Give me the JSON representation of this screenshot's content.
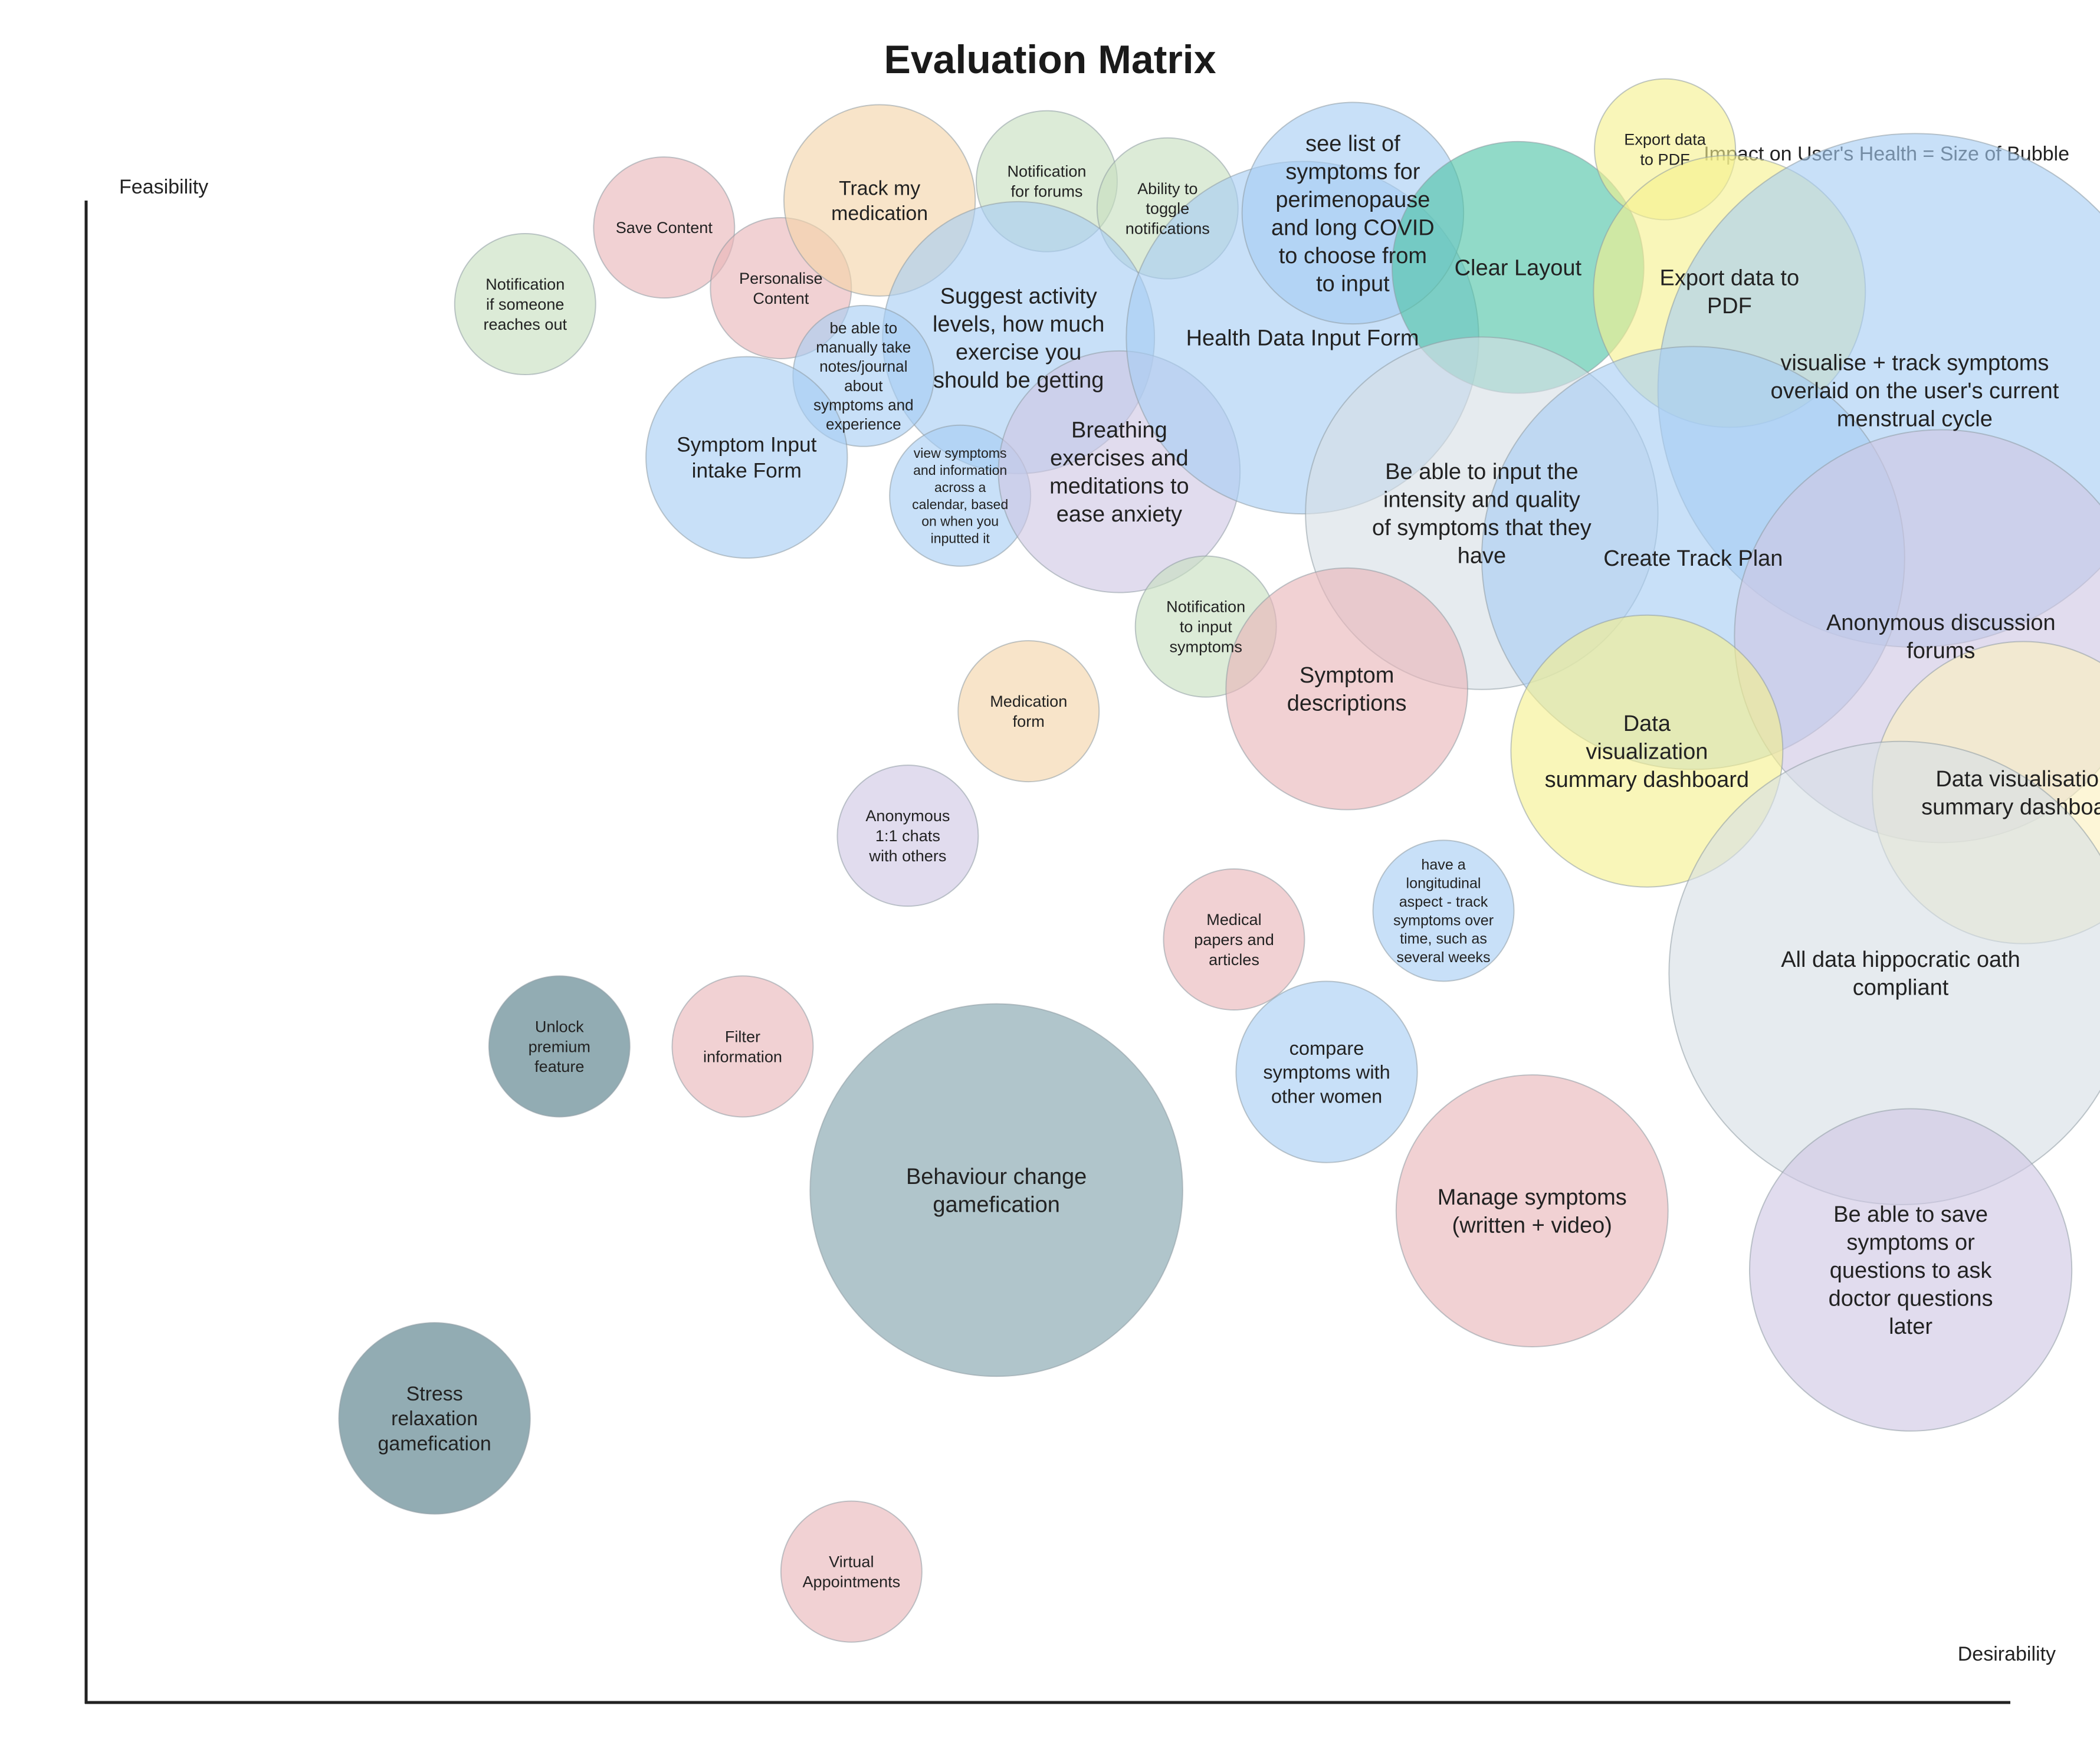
{
  "title": "Evaluation Matrix",
  "chart_data": {
    "type": "scatter",
    "title": "Evaluation Matrix",
    "xlabel": "Desirability",
    "ylabel": "Feasibility",
    "size_legend": "Impact on User's Health = Size of Bubble",
    "xlim": [
      0,
      100
    ],
    "ylim": [
      0,
      100
    ],
    "grid": false,
    "colors": {
      "pink": "#e8b4b8",
      "blue": "#a6cdf3",
      "green": "#c6dfbe",
      "orange": "#f3d4a8",
      "purple": "#cfc6e3",
      "yellow": "#f6f18e",
      "teal": "#4ec4a7",
      "slate": "#7fa1ab",
      "darkteal": "#4f7985",
      "gray": "#d6dfe5",
      "cream": "#fbf0bf"
    },
    "points": [
      {
        "label": "Save Content",
        "x": 28.7,
        "y": 92.4,
        "size": 7,
        "color": "pink"
      },
      {
        "label": "Notification if someone reaches out",
        "x": 21.8,
        "y": 87.6,
        "size": 7,
        "color": "green"
      },
      {
        "label": "Personalise Content",
        "x": 34.5,
        "y": 88.6,
        "size": 7,
        "color": "pink"
      },
      {
        "label": "Track my medication",
        "x": 39.4,
        "y": 94.1,
        "size": 9.5,
        "color": "orange"
      },
      {
        "label": "Notification for forums",
        "x": 47.7,
        "y": 95.3,
        "size": 7,
        "color": "green"
      },
      {
        "label": "Ability to toggle notifications",
        "x": 53.7,
        "y": 93.6,
        "size": 7,
        "color": "green"
      },
      {
        "label": "Suggest activity levels, how much exercise you should be getting",
        "x": 46.3,
        "y": 85.5,
        "size": 13.5,
        "color": "blue"
      },
      {
        "label": "be able to manually take notes/journal about symptoms and experience",
        "x": 38.6,
        "y": 83.1,
        "size": 7,
        "color": "blue"
      },
      {
        "label": "Symptom Input intake Form",
        "x": 32.8,
        "y": 78.0,
        "size": 10,
        "color": "blue"
      },
      {
        "label": "view symptoms and information across a calendar, based on when you inputted it",
        "x": 43.4,
        "y": 75.6,
        "size": 7,
        "color": "blue"
      },
      {
        "label": "Breathing exercises and meditations to ease anxiety",
        "x": 51.3,
        "y": 77.1,
        "size": 12,
        "color": "purple"
      },
      {
        "label": "Health Data Input Form",
        "x": 60.4,
        "y": 85.5,
        "size": 17.5,
        "color": "blue"
      },
      {
        "label": "see list of symptoms for perimenopause and long COVID to choose from to input",
        "x": 62.9,
        "y": 93.3,
        "size": 11,
        "color": "blue"
      },
      {
        "label": "Clear Layout",
        "x": 71.1,
        "y": 89.9,
        "size": 12.5,
        "color": "teal"
      },
      {
        "label": "Export data to PDF",
        "x": 78.4,
        "y": 97.3,
        "size": 7,
        "color": "yellow"
      },
      {
        "label": "Export data to PDF",
        "x": 81.6,
        "y": 88.4,
        "size": 13.5,
        "color": "yellow"
      },
      {
        "label": "visualise + track symptoms overlaid on the user's current menstrual cycle",
        "x": 90.8,
        "y": 82.2,
        "size": 25.5,
        "color": "blue"
      },
      {
        "label": "Be able to input the intensity and quality of symptoms that they have",
        "x": 69.3,
        "y": 74.5,
        "size": 17.5,
        "color": "gray"
      },
      {
        "label": "Create Track Plan",
        "x": 79.8,
        "y": 71.7,
        "size": 21,
        "color": "blue"
      },
      {
        "label": "Anonymous discussion forums",
        "x": 92.1,
        "y": 66.8,
        "size": 20.5,
        "color": "purple"
      },
      {
        "label": "Notification to input symptoms",
        "x": 55.6,
        "y": 67.4,
        "size": 7,
        "color": "green"
      },
      {
        "label": "Symptom descriptions",
        "x": 62.6,
        "y": 63.5,
        "size": 12,
        "color": "pink"
      },
      {
        "label": "Medication form",
        "x": 46.8,
        "y": 62.1,
        "size": 7,
        "color": "orange"
      },
      {
        "label": "Data visualization summary dashboard",
        "x": 77.5,
        "y": 59.6,
        "size": 13.5,
        "color": "yellow"
      },
      {
        "label": "Data visualisation summary dashboard",
        "x": 96.2,
        "y": 57.0,
        "size": 15,
        "color": "cream"
      },
      {
        "label": "Anonymous 1:1 chats with others",
        "x": 40.8,
        "y": 54.3,
        "size": 7,
        "color": "purple"
      },
      {
        "label": "have a longitudinal aspect - track symptoms over time, such as several weeks",
        "x": 67.4,
        "y": 49.6,
        "size": 7,
        "color": "blue"
      },
      {
        "label": "Medical papers and articles",
        "x": 57.0,
        "y": 47.8,
        "size": 7,
        "color": "pink"
      },
      {
        "label": "All data hippocratic oath compliant",
        "x": 90.1,
        "y": 45.7,
        "size": 23,
        "color": "gray"
      },
      {
        "label": "Unlock premium feature",
        "x": 23.5,
        "y": 41.1,
        "size": 7,
        "color": "darkteal"
      },
      {
        "label": "Filter information",
        "x": 32.6,
        "y": 41.1,
        "size": 7,
        "color": "pink"
      },
      {
        "label": "compare symptoms with other women",
        "x": 61.6,
        "y": 39.5,
        "size": 9,
        "color": "blue"
      },
      {
        "label": "Behaviour change gamefication",
        "x": 45.2,
        "y": 32.1,
        "size": 18.5,
        "color": "slate"
      },
      {
        "label": "Manage symptoms (written + video)",
        "x": 71.8,
        "y": 30.8,
        "size": 13.5,
        "color": "pink"
      },
      {
        "label": "Be able to save symptoms or questions to ask doctor questions later",
        "x": 90.6,
        "y": 27.1,
        "size": 16,
        "color": "purple"
      },
      {
        "label": "Stress relaxation gamefication",
        "x": 17.3,
        "y": 17.8,
        "size": 9.5,
        "color": "darkteal"
      },
      {
        "label": "Virtual Appointments",
        "x": 38.0,
        "y": 8.2,
        "size": 7,
        "color": "pink"
      }
    ]
  }
}
